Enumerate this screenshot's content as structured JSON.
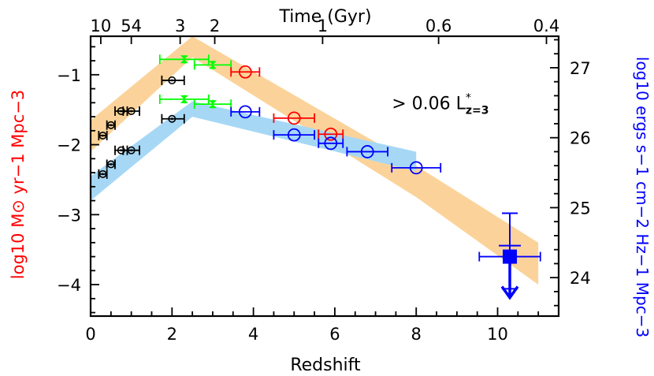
{
  "chart_data": {
    "type": "scatter",
    "title": "",
    "xlabel": "Redshift",
    "top_xlabel": "Time (Gyr)",
    "ylabel_left": "log10 M⊙ yr−1 Mpc−3",
    "ylabel_right": "log10 ergs s−1 cm−2 Hz−1 Mpc−3",
    "xlim": [
      0,
      11.5
    ],
    "ylim_left": [
      -4.45,
      -0.45
    ],
    "ylim_right": [
      23.45,
      27.45
    ],
    "x_ticks": [
      0,
      2,
      4,
      6,
      8,
      10
    ],
    "y_left_ticks": [
      -1,
      -2,
      -3,
      -4
    ],
    "y_right_ticks": [
      27,
      26,
      25,
      24
    ],
    "x_tick_labels": [
      "0",
      "2",
      "4",
      "6",
      "8",
      "10"
    ],
    "y_left_tick_labels": [
      "−1",
      "−2",
      "−3",
      "−4"
    ],
    "y_right_tick_labels": [
      "27",
      "26",
      "25",
      "24"
    ],
    "top_axis": {
      "label": "Time (Gyr)",
      "ticks": [
        {
          "z": 0.25,
          "text": "10"
        },
        {
          "z": 1.0,
          "text": "54"
        },
        {
          "z": 2.2,
          "text": "3"
        },
        {
          "z": 3.05,
          "text": "2"
        },
        {
          "z": 5.7,
          "text": "1"
        },
        {
          "z": 8.55,
          "text": "0.6"
        },
        {
          "z": 11.2,
          "text": "0.4"
        }
      ]
    },
    "annotation": {
      "text": "> 0.06 L",
      "superscript": "*",
      "subscript": "z=3",
      "x": 7.4,
      "y": -1.4
    },
    "colors": {
      "band_sfr": "#fbd39a",
      "band_lum": "#a6d8f6",
      "red": "#ff0000",
      "blue": "#0000ff",
      "green": "#00ff00",
      "black": "#000000",
      "frame": "#000000"
    },
    "bands": [
      {
        "name": "",
        "color": "band_sfr",
        "x": [
          0,
          2.5,
          8,
          11
        ],
        "y_low": [
          -2.1,
          -0.75,
          -2.75,
          -4.0
        ],
        "y_high": [
          -1.65,
          -0.45,
          -2.3,
          -3.4
        ]
      },
      {
        "name": "",
        "color": "band_lum",
        "x": [
          0,
          2.5,
          8
        ],
        "y_low": [
          -2.8,
          -1.6,
          -2.38
        ],
        "y_high": [
          -2.45,
          -1.38,
          -2.1
        ]
      }
    ],
    "series": [
      {
        "name": "",
        "color": "black",
        "marker": "circle-dot",
        "points": [
          {
            "x": 0.3,
            "y": -1.87,
            "xerr": [
              0.1,
              0.1
            ]
          },
          {
            "x": 0.5,
            "y": -1.72,
            "xerr": [
              0.1,
              0.1
            ]
          },
          {
            "x": 0.75,
            "y": -1.52,
            "xerr": [
              0.15,
              0.15
            ]
          },
          {
            "x": 1.0,
            "y": -1.52,
            "xerr": [
              0.2,
              0.2
            ]
          },
          {
            "x": 0.3,
            "y": -2.42,
            "xerr": [
              0.1,
              0.1
            ]
          },
          {
            "x": 0.5,
            "y": -2.28,
            "xerr": [
              0.1,
              0.1
            ]
          },
          {
            "x": 0.75,
            "y": -2.08,
            "xerr": [
              0.15,
              0.15
            ]
          },
          {
            "x": 1.0,
            "y": -2.08,
            "xerr": [
              0.2,
              0.2
            ]
          },
          {
            "x": 2.0,
            "y": -1.08,
            "xerr": [
              0.25,
              0.3
            ]
          },
          {
            "x": 2.0,
            "y": -1.63,
            "xerr": [
              0.25,
              0.3
            ]
          }
        ]
      },
      {
        "name": "",
        "color": "green",
        "marker": "x",
        "points": [
          {
            "x": 2.3,
            "y": -0.78,
            "xerr": [
              0.6,
              0.6
            ],
            "yerr": [
              0.06,
              0.06
            ]
          },
          {
            "x": 3.0,
            "y": -0.86,
            "xerr": [
              0.45,
              0.45
            ],
            "yerr": [
              0.06,
              0.06
            ]
          },
          {
            "x": 2.3,
            "y": -1.35,
            "xerr": [
              0.6,
              0.6
            ],
            "yerr": [
              0.06,
              0.06
            ]
          },
          {
            "x": 3.0,
            "y": -1.42,
            "xerr": [
              0.45,
              0.45
            ],
            "yerr": [
              0.06,
              0.06
            ]
          }
        ]
      },
      {
        "name": "",
        "color": "red",
        "marker": "open-circle",
        "points": [
          {
            "x": 3.8,
            "y": -0.96,
            "xerr": [
              0.35,
              0.35
            ]
          },
          {
            "x": 5.0,
            "y": -1.62,
            "xerr": [
              0.5,
              0.5
            ]
          },
          {
            "x": 5.9,
            "y": -1.85,
            "xerr": [
              0.3,
              0.3
            ]
          }
        ]
      },
      {
        "name": "",
        "color": "blue",
        "marker": "open-circle",
        "points": [
          {
            "x": 3.8,
            "y": -1.53,
            "xerr": [
              0.35,
              0.35
            ]
          },
          {
            "x": 5.0,
            "y": -1.86,
            "xerr": [
              0.5,
              0.5
            ]
          },
          {
            "x": 5.9,
            "y": -1.98,
            "xerr": [
              0.3,
              0.3
            ]
          },
          {
            "x": 6.8,
            "y": -2.1,
            "xerr": [
              0.5,
              0.5
            ]
          },
          {
            "x": 8.0,
            "y": -2.33,
            "xerr": [
              0.6,
              0.6
            ]
          }
        ]
      },
      {
        "name": "",
        "color": "blue",
        "marker": "filled-square-upper-limit",
        "points": [
          {
            "x": 10.3,
            "y": -3.6,
            "xerr": [
              0.75,
              0.75
            ],
            "yerr": [
              0.46,
              0.62
            ]
          }
        ]
      }
    ],
    "grid": false,
    "legend": "none"
  }
}
